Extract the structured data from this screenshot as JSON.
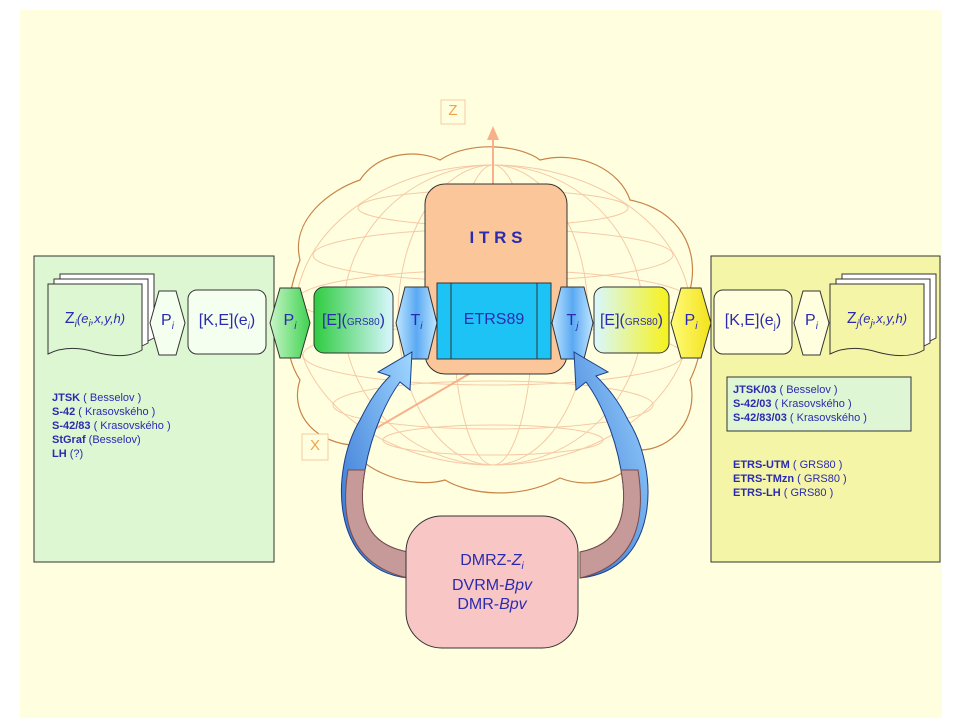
{
  "colors": {
    "background": "#ffffdf",
    "left_panel": "#ddf7d3",
    "right_panel": "#f5f5a8",
    "itrs_box": "#fbc79a",
    "etrs_box": "#1ec3f6",
    "dmr_box": "#f9c6c6",
    "text": "#2b2bb0",
    "axis": "#f2a24a"
  },
  "axes": {
    "z": "Z",
    "x": "X"
  },
  "center": {
    "itrs": "I T R S",
    "etrs": "ETRS89"
  },
  "left": {
    "z": "Z",
    "z_sub": "i",
    "z_args": "(e",
    "z_args_sub": "i",
    "z_args_rest": ",x,y,h)",
    "p1": "P",
    "p1_sub": "i",
    "ke": "[K,E](e",
    "ke_sub": "i",
    "ke_close": ")",
    "p2": "P",
    "p2_sub": "i",
    "e": "[E](",
    "e_sub": "GRS80",
    "e_close": ")",
    "t": "T",
    "t_sub": "i",
    "systems": [
      {
        "name": "JTSK",
        "note": " ( Besselov )"
      },
      {
        "name": "S-42",
        "note": " ( Krasovského )"
      },
      {
        "name": "S-42/83",
        "note": " ( Krasovského )"
      },
      {
        "name": "StGraf",
        "note": " (Besselov)"
      },
      {
        "name": "LH",
        "note": " (?)"
      }
    ]
  },
  "right": {
    "t": "T",
    "t_sub": "j",
    "e": "[E](",
    "e_sub": "GRS80",
    "e_close": ")",
    "p1": "P",
    "p1_sub": "i",
    "ke": "[K,E](e",
    "ke_sub": "j",
    "ke_close": ")",
    "p2": "P",
    "p2_sub": "i",
    "z": "Z",
    "z_sub": "j",
    "z_args": "(e",
    "z_args_sub": "j",
    "z_args_rest": ",x,y,h)",
    "systems_boxed": [
      {
        "name": "JTSK/03",
        "note": " ( Besselov )"
      },
      {
        "name": "S-42/03",
        "note": " ( Krasovského )"
      },
      {
        "name": "S-42/83/03",
        "note": " ( Krasovského )"
      }
    ],
    "systems": [
      {
        "name": "ETRS-UTM",
        "note": " ( GRS80 )"
      },
      {
        "name": "ETRS-TMzn",
        "note": " ( GRS80 )"
      },
      {
        "name": "ETRS-LH",
        "note": " ( GRS80 )"
      }
    ]
  },
  "dmr": {
    "line1": "DMRZ-",
    "line1_i": "Z",
    "line1_sub": "i",
    "line2": "DVRM-",
    "line2_i": "Bpv",
    "line3": "DMR-",
    "line3_i": "Bpv"
  }
}
